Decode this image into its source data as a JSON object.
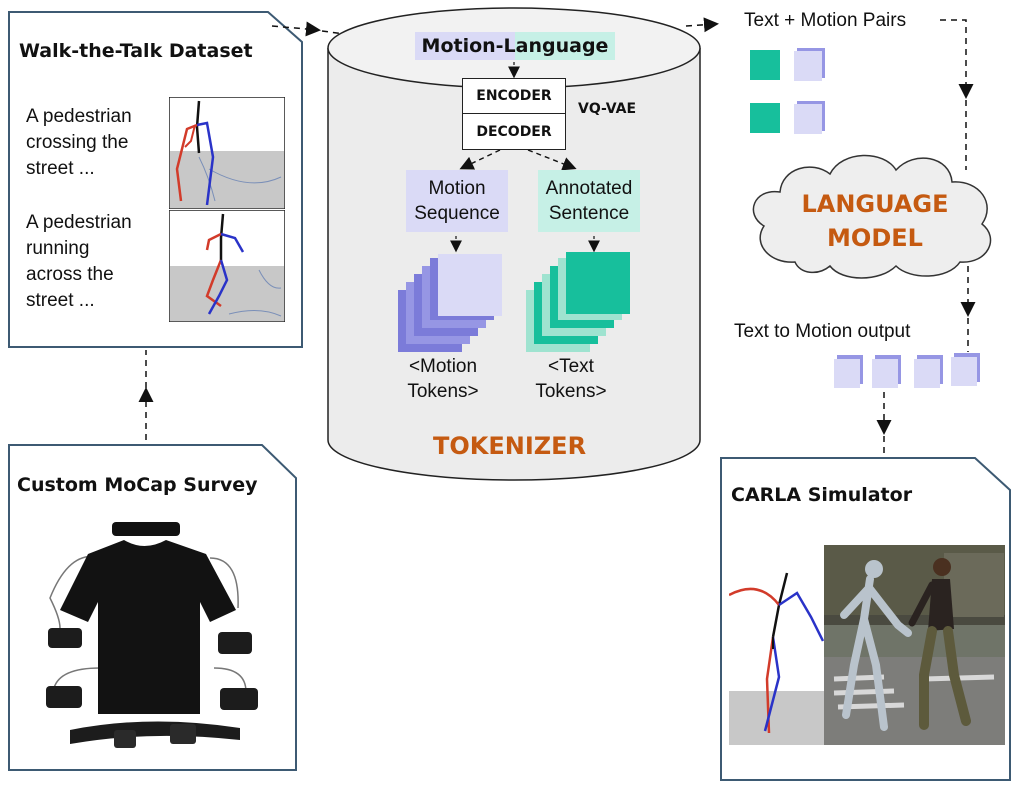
{
  "colors": {
    "panel_border": "#3d5a73",
    "motion": "#dadaf6",
    "motion_edge": "#8585e0",
    "text": "#c6f0e6",
    "text_token": "#17bf9c",
    "orange": "#c55a11",
    "cylinder": "#ececec"
  },
  "dataset": {
    "title": "Walk-the-Talk Dataset",
    "caption1": [
      "A pedestrian",
      "crossing the",
      "street ..."
    ],
    "caption2": [
      "A pedestrian",
      "running",
      "across the",
      "street ..."
    ]
  },
  "mocap": {
    "title": "Custom MoCap Survey"
  },
  "tokenizer": {
    "header": "Motion-Language",
    "encoder": "ENCODER",
    "decoder": "DECODER",
    "vqvae": "VQ-VAE",
    "motion_seq": [
      "Motion",
      "Sequence"
    ],
    "annotated": [
      "Annotated",
      "Sentence"
    ],
    "motion_tokens": [
      "<Motion",
      "Tokens>"
    ],
    "text_tokens": [
      "<Text",
      "Tokens>"
    ],
    "label": "TOKENIZER"
  },
  "pairs": {
    "title": "Text + Motion Pairs"
  },
  "lm": {
    "lines": [
      "LANGUAGE",
      "MODEL"
    ]
  },
  "output": {
    "title": "Text to Motion output"
  },
  "carla": {
    "title": "CARLA Simulator"
  },
  "icons": [
    "skeleton-icon",
    "mocap-suit-icon",
    "pedestrian-icon",
    "cloud-icon"
  ]
}
